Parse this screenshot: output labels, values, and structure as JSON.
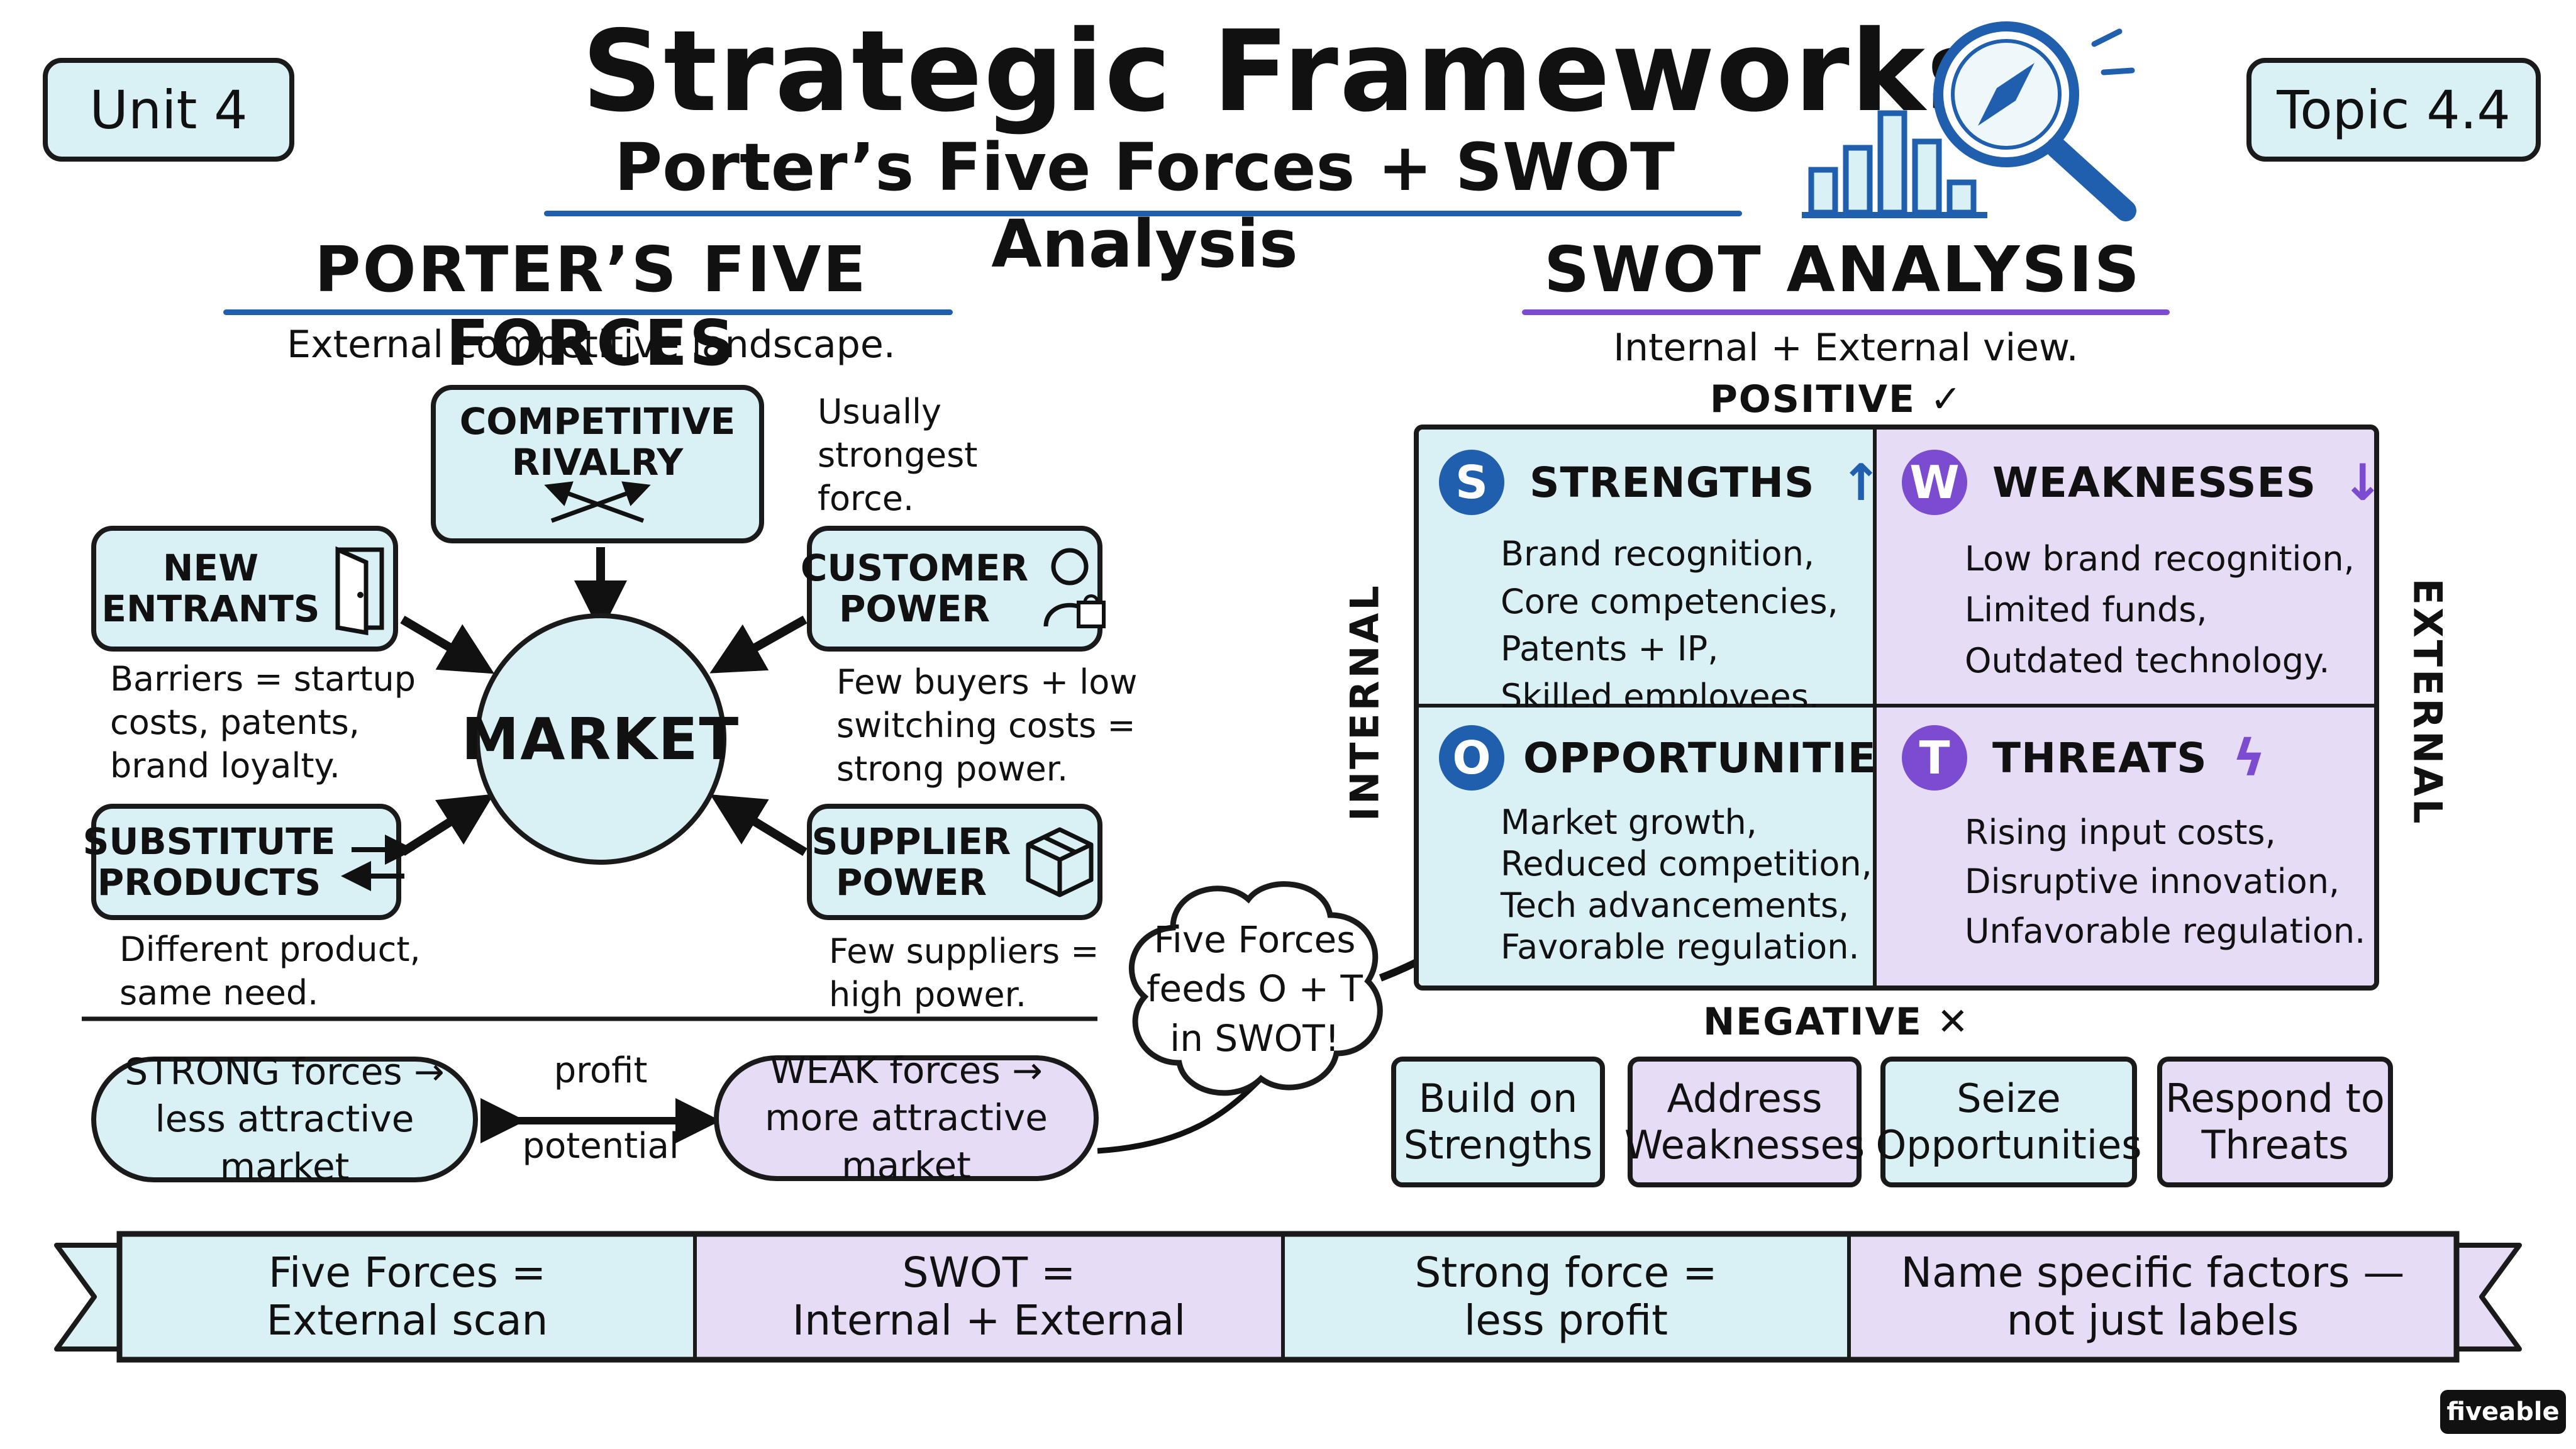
{
  "header": {
    "unit_tag": "Unit 4",
    "topic_tag": "Topic 4.4",
    "title": "Strategic Frameworks",
    "subtitle": "Porter’s Five Forces + SWOT Analysis"
  },
  "porter": {
    "heading": "PORTER’S FIVE FORCES",
    "caption": "External competitive landscape.",
    "center": "MARKET",
    "rivalry": {
      "label_line1": "COMPETITIVE",
      "label_line2": "RIVALRY",
      "note_lines": [
        "Usually",
        "strongest",
        "force."
      ]
    },
    "new_entrants": {
      "label_line1": "NEW",
      "label_line2": "ENTRANTS",
      "note_lines": [
        "Barriers = startup",
        "costs, patents,",
        "brand loyalty."
      ]
    },
    "customer_power": {
      "label_line1": "CUSTOMER",
      "label_line2": "POWER",
      "note_lines": [
        "Few buyers + low",
        "switching costs =",
        "strong power."
      ]
    },
    "substitutes": {
      "label_line1": "SUBSTITUTE",
      "label_line2": "PRODUCTS",
      "note_lines": [
        "Different product,",
        "same need."
      ]
    },
    "supplier_power": {
      "label_line1": "SUPPLIER",
      "label_line2": "POWER",
      "note_lines": [
        "Few suppliers =",
        "high power."
      ]
    },
    "strong_bubble": {
      "line1": "STRONG forces →",
      "line2": "less attractive market"
    },
    "weak_bubble": {
      "line1": "WEAK forces →",
      "line2": "more attractive market"
    },
    "profit_label": "profit",
    "potential_label": "potential",
    "cloud_lines": [
      "Five Forces",
      "feeds O + T",
      "in SWOT!"
    ]
  },
  "swot": {
    "heading": "SWOT ANALYSIS",
    "caption": "Internal + External view.",
    "positive_label": "POSITIVE ✓",
    "negative_label": "NEGATIVE ✕",
    "internal_label": "INTERNAL",
    "external_label": "EXTERNAL",
    "strengths": {
      "letter": "S",
      "title": "STRENGTHS",
      "icon": "↑",
      "items": [
        "Brand recognition,",
        "Core competencies,",
        "Patents + IP,",
        "Skilled employees."
      ]
    },
    "weaknesses": {
      "letter": "W",
      "title": "WEAKNESSES",
      "icon": "↓",
      "items": [
        "Low brand recognition,",
        "Limited funds,",
        "Outdated technology."
      ]
    },
    "opportunities": {
      "letter": "O",
      "title": "OPPORTUNITIES",
      "icon": "✧",
      "items": [
        "Market growth,",
        "Reduced competition,",
        "Tech advancements,",
        "Favorable regulation."
      ]
    },
    "threats": {
      "letter": "T",
      "title": "THREATS",
      "icon": "ϟ",
      "items": [
        "Rising input costs,",
        "Disruptive innovation,",
        "Unfavorable regulation."
      ]
    },
    "actions": [
      {
        "line1": "Build on",
        "line2": "Strengths"
      },
      {
        "line1": "Address",
        "line2": "Weaknesses"
      },
      {
        "line1": "Seize",
        "line2": "Opportunities"
      },
      {
        "line1": "Respond to",
        "line2": "Threats"
      }
    ]
  },
  "banner": [
    {
      "line1": "Five Forces =",
      "line2": "External scan"
    },
    {
      "line1": "SWOT =",
      "line2": "Internal + External"
    },
    {
      "line1": "Strong force =",
      "line2": "less profit"
    },
    {
      "line1": "Name specific factors —",
      "line2": "not just labels"
    }
  ],
  "brand": "fiveable",
  "colors": {
    "blue": "#1f5fae",
    "purple": "#7b4bd0",
    "cyan_fill": "#d9f0f5",
    "lavender_fill": "#e6dcf6"
  }
}
